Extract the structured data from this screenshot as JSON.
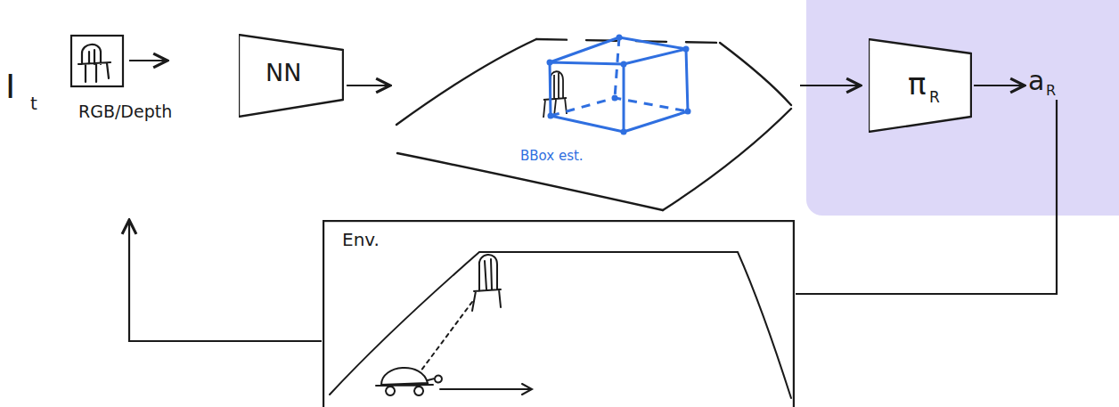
{
  "diagram": {
    "nodes": [
      {
        "text": [
          "NN"
        ]
      },
      {
        "text": [
          "π",
          "R"
        ]
      },
      {
        "text": [
          "Env."
        ]
      }
    ],
    "labels": [
      "I",
      "t",
      "RGB/Depth",
      "BBox est.",
      "a",
      "R"
    ]
  }
}
